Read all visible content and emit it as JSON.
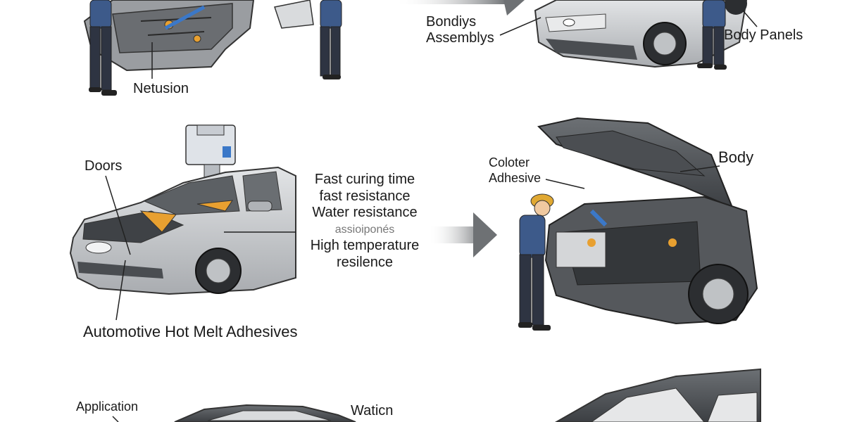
{
  "labels": {
    "netusion": "Netusion",
    "bodies_line1": "Bondiys",
    "bodies_line2": "Assemblys",
    "body_panels": "Body Panels",
    "doors": "Doors",
    "colorer_line1": "Coloter",
    "colorer_line2": "Adhesive",
    "body": "Body",
    "title": "Automotive Hot Melt Adhesives",
    "application": "Application",
    "watch": "Waticn"
  },
  "properties": [
    "Fast curing time",
    "fast resistance",
    "Water resistance",
    "assioiponés",
    "High temperature",
    "resilence"
  ],
  "colors": {
    "car_body": "#c9cbcd",
    "car_dark": "#5a5d61",
    "worker_vest": "#3d5a8a",
    "worker_pants": "#2e3442",
    "hard_hat": "#e0a832",
    "arrow": "#6e7174",
    "adhesive": "#e8a030"
  },
  "icons": [
    "arrow-right-icon",
    "worker-icon",
    "car-icon",
    "dispenser-icon"
  ]
}
